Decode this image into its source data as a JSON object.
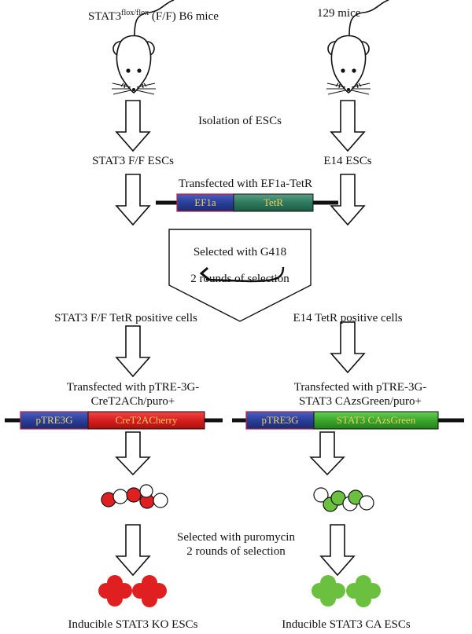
{
  "left": {
    "mouse_base": "STAT3",
    "mouse_sup": "flox/flox",
    "mouse_rest": " (F/F) B6 mice",
    "escs": "STAT3 F/F ESCs",
    "tetr_cells": "STAT3 F/F TetR positive cells",
    "transfect_line1": "Transfected with pTRE-3G-",
    "transfect_line2": "CreT2ACh/puro+",
    "construct_promoter": "pTRE3G",
    "construct_gene": "CreT2ACherry",
    "final": "Inducible STAT3 KO ESCs"
  },
  "right": {
    "mouse": "129 mice",
    "escs": "E14 ESCs",
    "tetr_cells": "E14 TetR positive cells",
    "transfect_line1": "Transfected with pTRE-3G-",
    "transfect_line2": "STAT3 CAzsGreen/puro+",
    "construct_promoter": "pTRE3G",
    "construct_gene": "STAT3 CAzsGreen",
    "final": "Inducible STAT3 CA ESCs"
  },
  "center": {
    "isolation": "Isolation of ESCs",
    "tetr_transfect": "Transfected with EF1a-TetR",
    "tetr_promoter": "EF1a",
    "tetr_gene": "TetR",
    "g418": "Selected with G418",
    "g418_rounds": "2 rounds of selection",
    "puro": "Selected with puromycin",
    "puro_rounds": "2 rounds of selection"
  },
  "colors": {
    "promoter_blue": "#2a3f9a",
    "tetr_green": "#2e7a5e",
    "cre_red": "#d81e1e",
    "zsgreen": "#3aa62e",
    "cell_red": "#e02020",
    "cell_green": "#6cc040",
    "label_yellow": "#f0d060"
  }
}
